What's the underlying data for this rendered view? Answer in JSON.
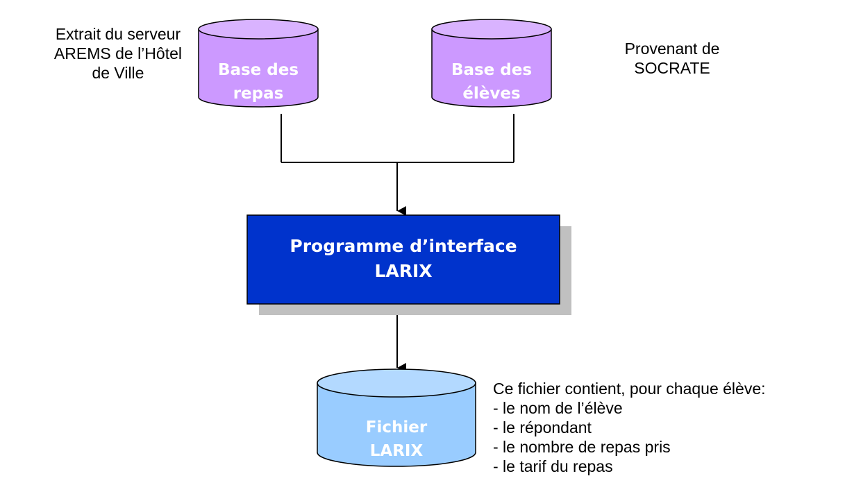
{
  "colors": {
    "db_fill": "#cc99ff",
    "db_top": "#d9b3ff",
    "file_fill": "#99ccff",
    "file_top": "#b3d9ff",
    "program_fill": "#0033cc",
    "shadow": "#c0c0c0"
  },
  "notes": {
    "left_lines": [
      "Extrait du serveur",
      "AREMS de l’Hôtel",
      "de Ville"
    ],
    "right_lines": [
      "Provenant de",
      "SOCRATE"
    ],
    "file_contents": [
      "Ce fichier contient, pour chaque élève:",
      "- le nom de l’élève",
      "- le répondant",
      "- le nombre de repas pris",
      "- le tarif du repas"
    ]
  },
  "nodes": {
    "meals_db": [
      "Base des",
      "repas"
    ],
    "students_db": [
      "Base des",
      "élèves"
    ],
    "program": [
      "Programme d’interface",
      "LARIX"
    ],
    "larix_file": [
      "Fichier",
      "LARIX"
    ]
  }
}
